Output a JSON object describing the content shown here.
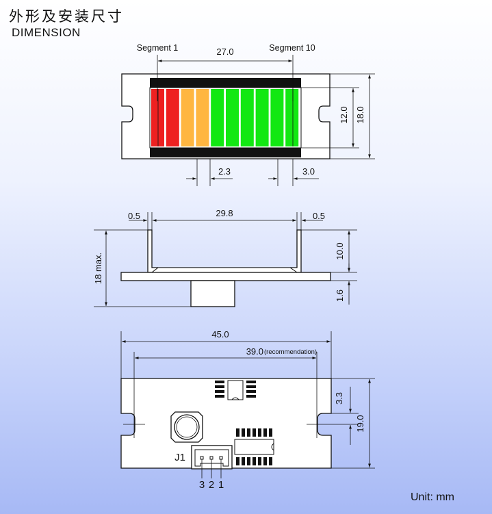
{
  "header": {
    "title_cn": "外形及安装尺寸",
    "title_en": "DIMENSION"
  },
  "front_view": {
    "seg_first": "Segment 1",
    "seg_last": "Segment 10",
    "dim_width": "27.0",
    "dim_seg_h": "12.0",
    "dim_total_h": "18.0",
    "dim_seg_w": "2.3",
    "dim_end": "3.0",
    "segment_colors": [
      "#ee2020",
      "#ee2020",
      "#ffb640",
      "#ffb640",
      "#12e812",
      "#12e812",
      "#12e812",
      "#12e812",
      "#12e812",
      "#12e812"
    ]
  },
  "side_view": {
    "dim_left": "0.5",
    "dim_width": "29.8",
    "dim_right": "0.5",
    "dim_height": "18 max.",
    "dim_top": "10.0",
    "dim_pcb": "1.6"
  },
  "bottom_view": {
    "dim_total": "45.0",
    "dim_mount": "39.0",
    "dim_mount_note": "(recommendation)",
    "dim_offset": "3.3",
    "dim_height": "19.0",
    "connector_label": "J1",
    "pin_labels": [
      "3",
      "2",
      "1"
    ]
  },
  "footer": {
    "unit": "Unit: mm"
  }
}
